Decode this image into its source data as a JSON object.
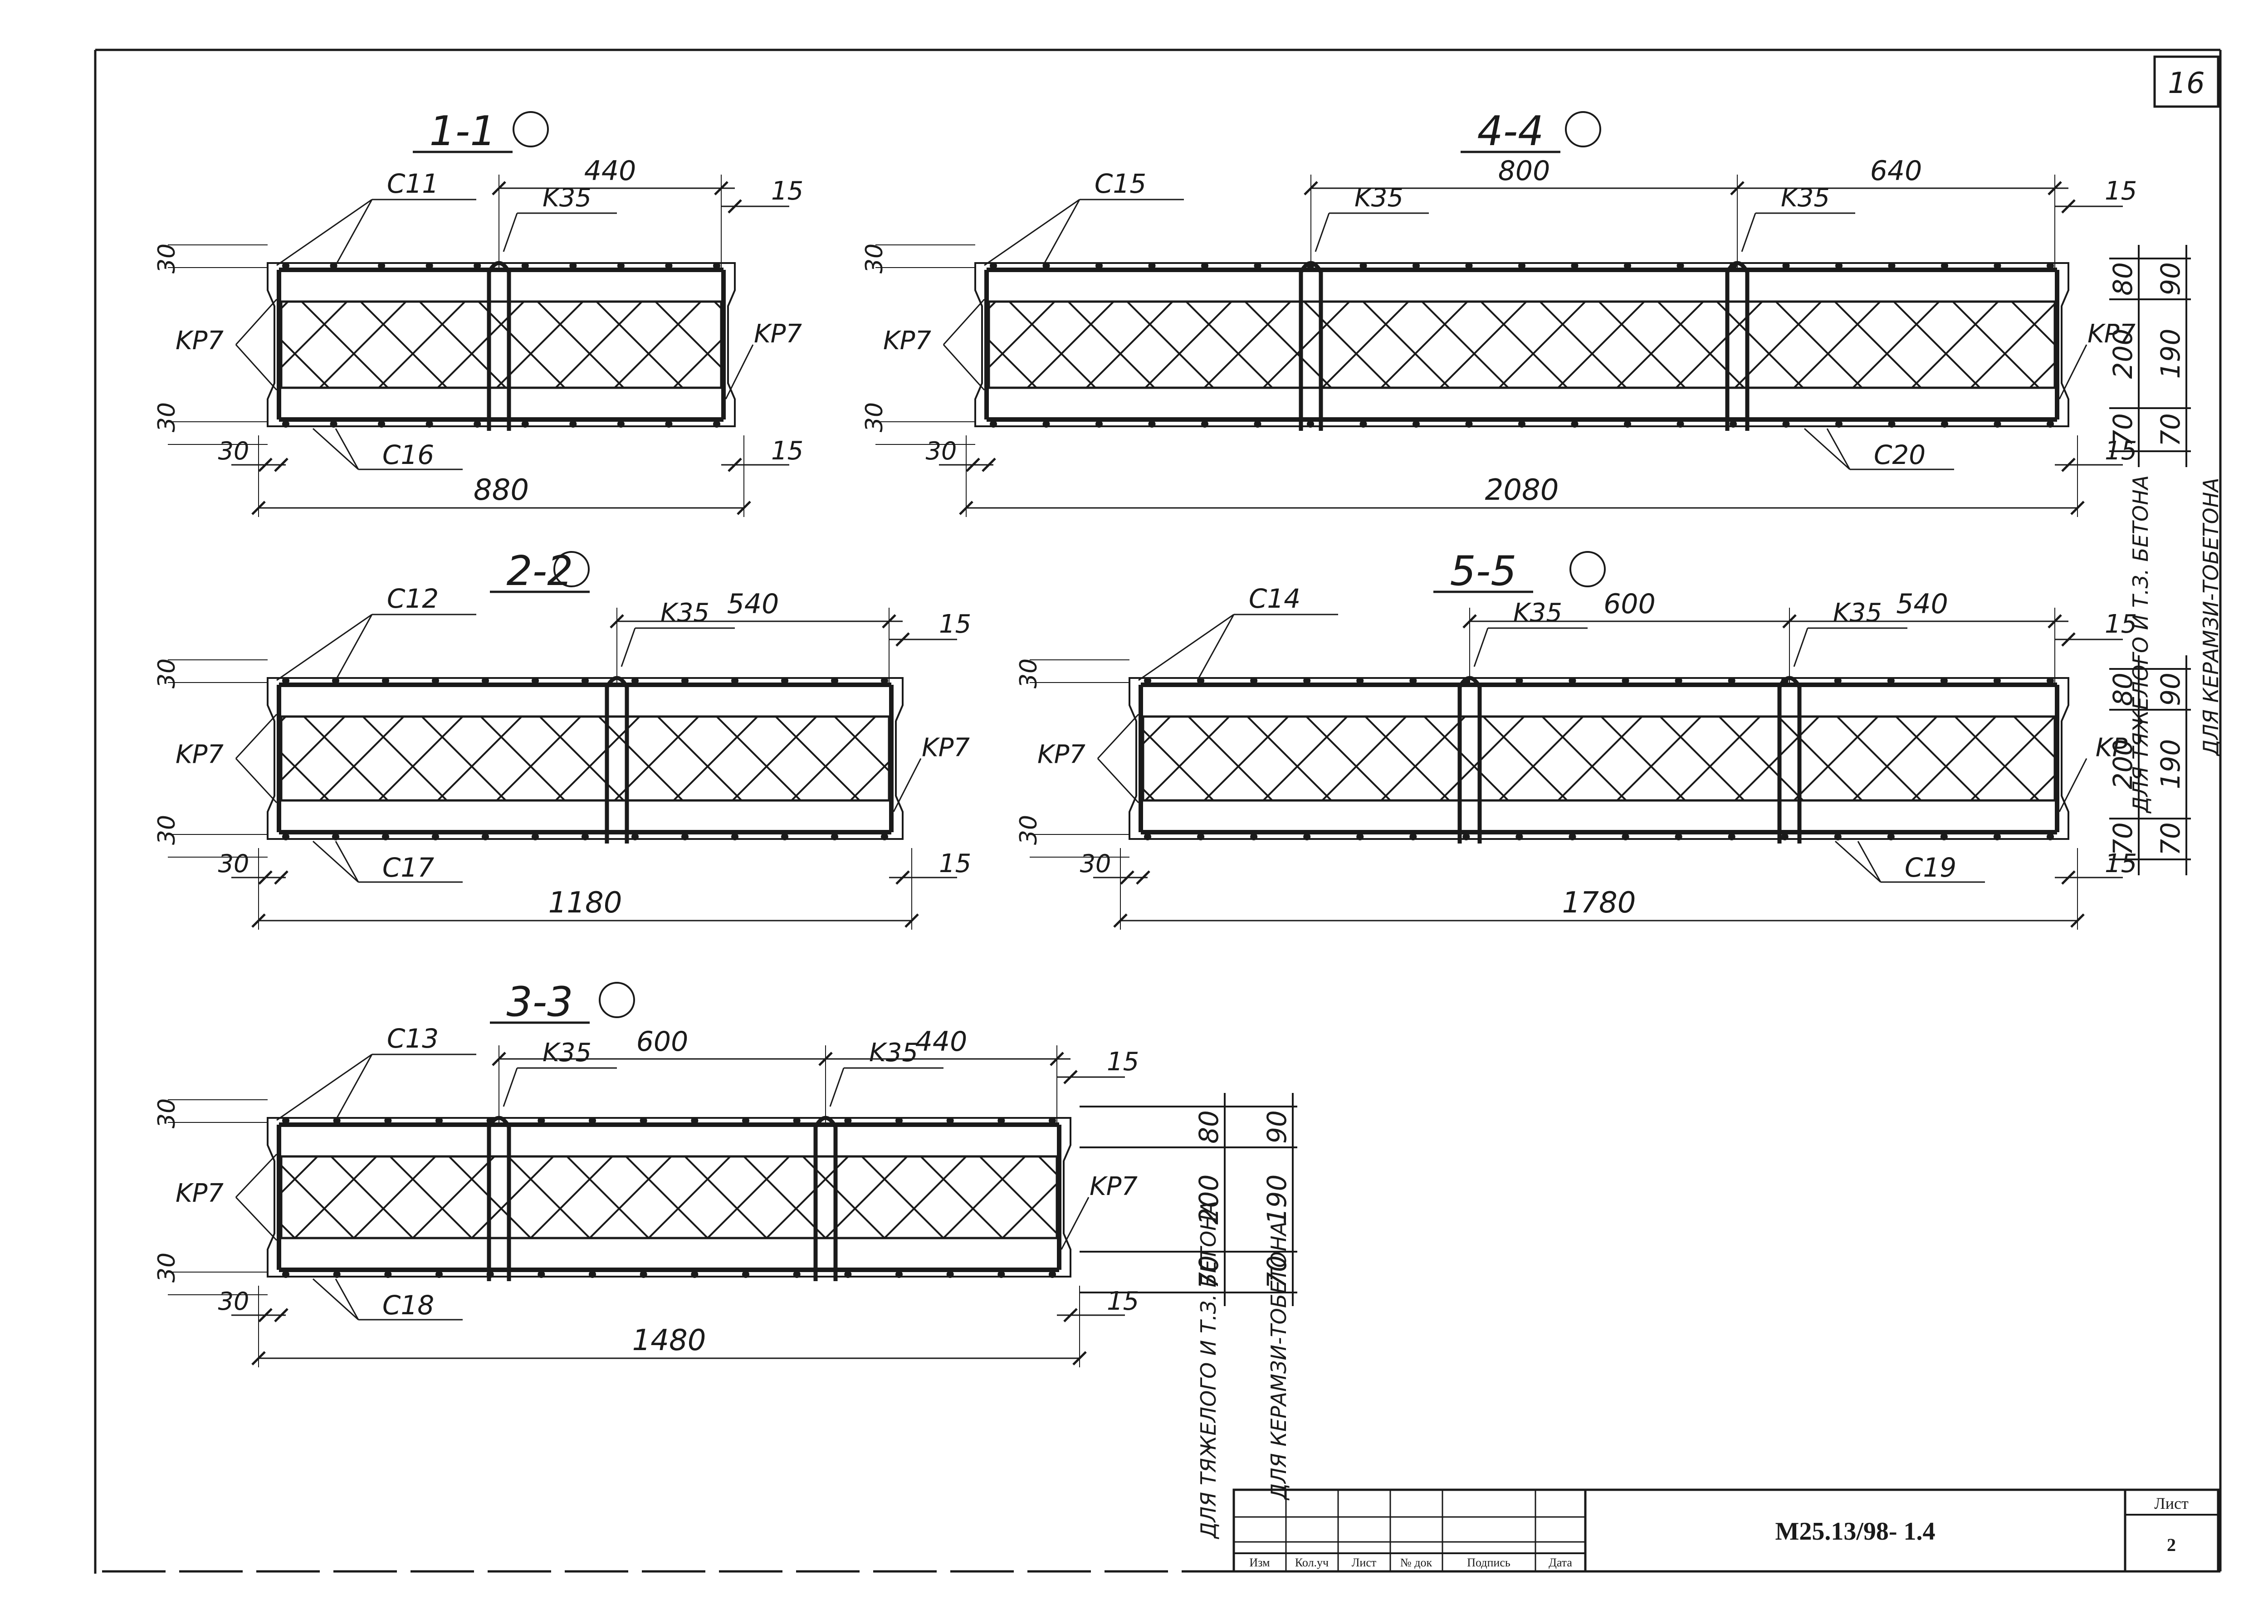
{
  "sheet_number": "16",
  "for_heavy_note": "ДЛЯ ТЯЖЕЛОГО И Т.З. БЕТОНА",
  "for_keramzit_note": "ДЛЯ КЕРАМЗИ-ТОБЕТОНА",
  "section_views": [
    {
      "title": "1-1",
      "top_mesh": "C11",
      "bottom_mesh": "C16",
      "frame_labels": [
        "K35"
      ],
      "side_frame": "KP7",
      "side_frame_right": "KP7",
      "top_spacings": [
        "440"
      ],
      "end_cover": "15",
      "cover_top": "30",
      "cover_bottom": "30",
      "edge_offset": "30",
      "overall_width": "880"
    },
    {
      "title": "4-4",
      "top_mesh": "C15",
      "bottom_mesh": "C20",
      "frame_labels": [
        "K35",
        "K35"
      ],
      "side_frame": "KP7",
      "side_frame_right": "KP7",
      "top_spacings": [
        "800",
        "640"
      ],
      "end_cover": "15",
      "cover_top": "30",
      "cover_bottom": "30",
      "edge_offset": "30",
      "overall_width": "2080"
    },
    {
      "title": "2-2",
      "top_mesh": "C12",
      "bottom_mesh": "C17",
      "frame_labels": [
        "K35"
      ],
      "side_frame": "KP7",
      "side_frame_right": "KP7",
      "top_spacings": [
        "540"
      ],
      "end_cover": "15",
      "cover_top": "30",
      "cover_bottom": "30",
      "edge_offset": "30",
      "overall_width": "1180"
    },
    {
      "title": "5-5",
      "top_mesh": "C14",
      "bottom_mesh": "C19",
      "frame_labels": [
        "K35",
        "K35"
      ],
      "side_frame": "KP7",
      "side_frame_right": "KP",
      "top_spacings": [
        "600",
        "540"
      ],
      "end_cover": "15",
      "cover_top": "30",
      "cover_bottom": "30",
      "edge_offset": "30",
      "overall_width": "1780"
    },
    {
      "title": "3-3",
      "top_mesh": "C13",
      "bottom_mesh": "C18",
      "frame_labels": [
        "K35",
        "K35"
      ],
      "side_frame": "KP7",
      "side_frame_right": "KP7",
      "top_spacings": [
        "600",
        "440"
      ],
      "end_cover": "15",
      "cover_top": "30",
      "cover_bottom": "30",
      "edge_offset": "30",
      "overall_width": "1480"
    }
  ],
  "layer_dimensions": {
    "heavy": [
      "80",
      "200",
      "70"
    ],
    "keramzit": [
      "90",
      "190",
      "70"
    ]
  },
  "title_block": {
    "columns": [
      "Изм",
      "Кол.уч",
      "Лист",
      "№ док",
      "Подпись",
      "Дата"
    ],
    "document_code": "М25.13/98- 1.4",
    "sheet_label": "Лист",
    "sheet_value": "2"
  }
}
